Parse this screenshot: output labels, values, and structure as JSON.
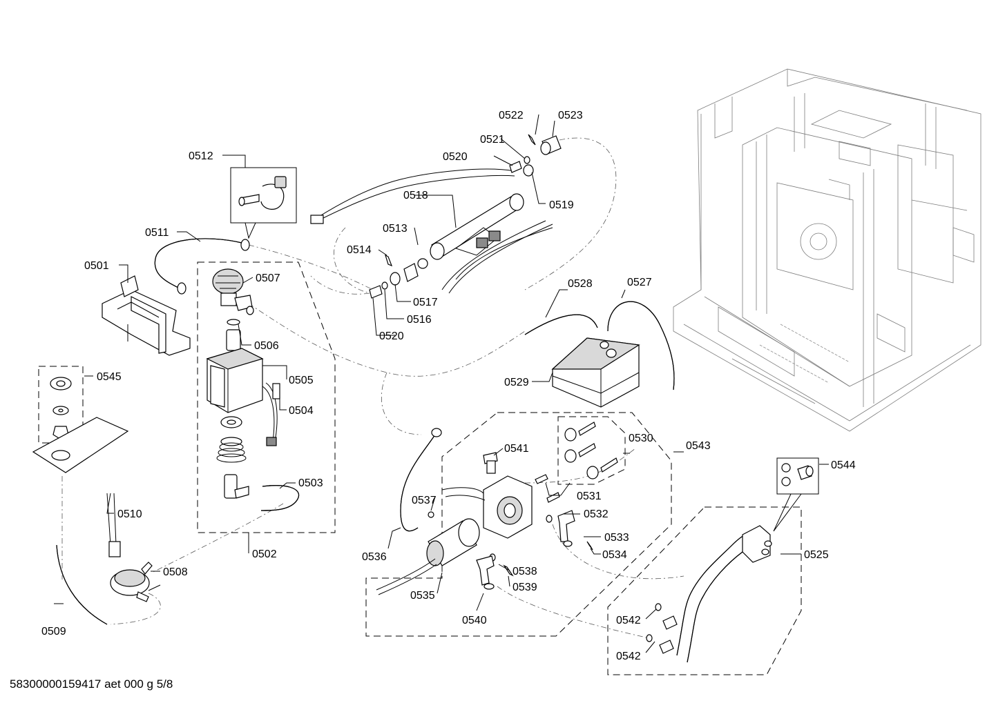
{
  "footer": {
    "text": "58300000159417 aet 000 g 5/8"
  },
  "labels": {
    "p0501": "0501",
    "p0502": "0502",
    "p0503": "0503",
    "p0504": "0504",
    "p0505": "0505",
    "p0506": "0506",
    "p0507": "0507",
    "p0508": "0508",
    "p0509": "0509",
    "p0510": "0510",
    "p0511": "0511",
    "p0512": "0512",
    "p0513": "0513",
    "p0514": "0514",
    "p0516": "0516",
    "p0517": "0517",
    "p0518": "0518",
    "p0519": "0519",
    "p0520a": "0520",
    "p0520b": "0520",
    "p0521": "0521",
    "p0522": "0522",
    "p0523": "0523",
    "p0525": "0525",
    "p0527": "0527",
    "p0528": "0528",
    "p0529": "0529",
    "p0530": "0530",
    "p0531": "0531",
    "p0532": "0532",
    "p0533": "0533",
    "p0534": "0534",
    "p0535": "0535",
    "p0536": "0536",
    "p0537": "0537",
    "p0538": "0538",
    "p0539": "0539",
    "p0540": "0540",
    "p0541": "0541",
    "p0542a": "0542",
    "p0542b": "0542",
    "p0543": "0543",
    "p0544": "0544",
    "p0545": "0545"
  }
}
